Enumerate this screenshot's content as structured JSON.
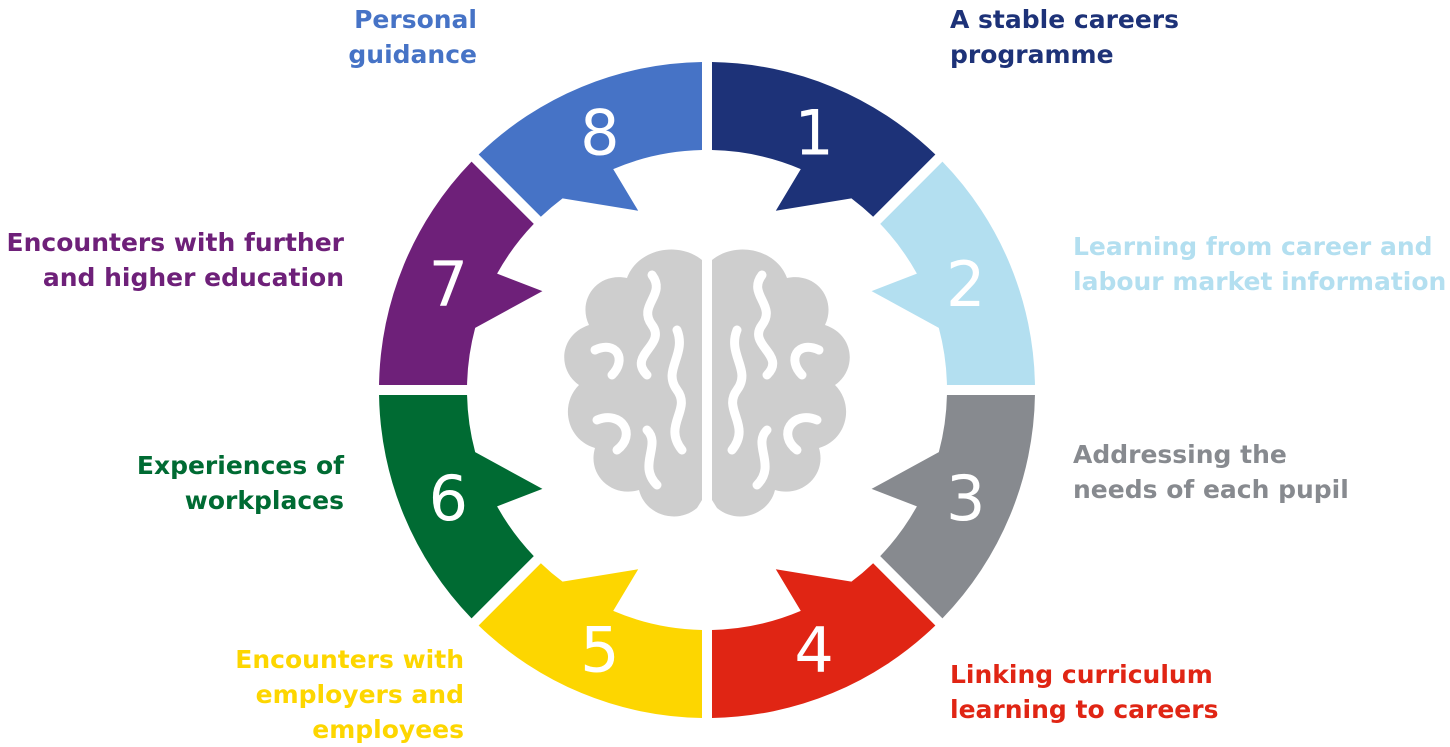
{
  "benchmarks": [
    {
      "number": "1",
      "lines": [
        "A stable careers",
        "programme"
      ],
      "color": "#1d3278"
    },
    {
      "number": "2",
      "lines": [
        "Learning from career and",
        "labour market information"
      ],
      "color": "#b3dff0"
    },
    {
      "number": "3",
      "lines": [
        "Addressing the",
        "needs of each pupil"
      ],
      "color": "#878a8f"
    },
    {
      "number": "4",
      "lines": [
        "Linking curriculum",
        "learning to careers"
      ],
      "color": "#e02514"
    },
    {
      "number": "5",
      "lines": [
        "Encounters with",
        "employers and",
        "employees"
      ],
      "color": "#fdd600"
    },
    {
      "number": "6",
      "lines": [
        "Experiences of",
        "workplaces"
      ],
      "color": "#006b33"
    },
    {
      "number": "7",
      "lines": [
        "Encounters with further",
        "and higher education"
      ],
      "color": "#6e2079"
    },
    {
      "number": "8",
      "lines": [
        "Personal",
        "guidance"
      ],
      "color": "#4673c6"
    }
  ],
  "center_icon": "brain-icon",
  "brain_color": "#cecece"
}
